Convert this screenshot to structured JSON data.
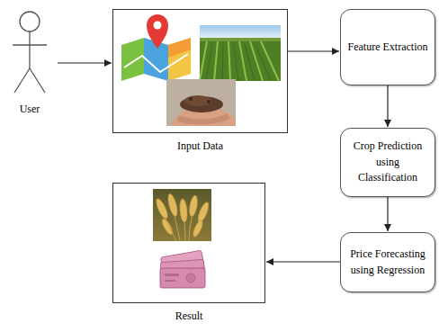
{
  "diagram": {
    "nodes": [
      {
        "text": [
          "User"
        ]
      },
      {
        "text": [
          "Input Data"
        ]
      },
      {
        "text": [
          "Feature Extraction"
        ]
      },
      {
        "text": [
          "Crop Prediction using Classification"
        ]
      },
      {
        "text": [
          "Price Forecasting using Regression"
        ]
      },
      {
        "text": [
          "Result"
        ]
      }
    ],
    "edges": [
      {
        "from": 0,
        "to": 1,
        "arrow": "to"
      },
      {
        "from": 1,
        "to": 2,
        "arrow": "to"
      },
      {
        "from": 2,
        "to": 3,
        "arrow": "to"
      },
      {
        "from": 3,
        "to": 4,
        "arrow": "to"
      },
      {
        "from": 4,
        "to": 5,
        "arrow": "to"
      }
    ]
  }
}
